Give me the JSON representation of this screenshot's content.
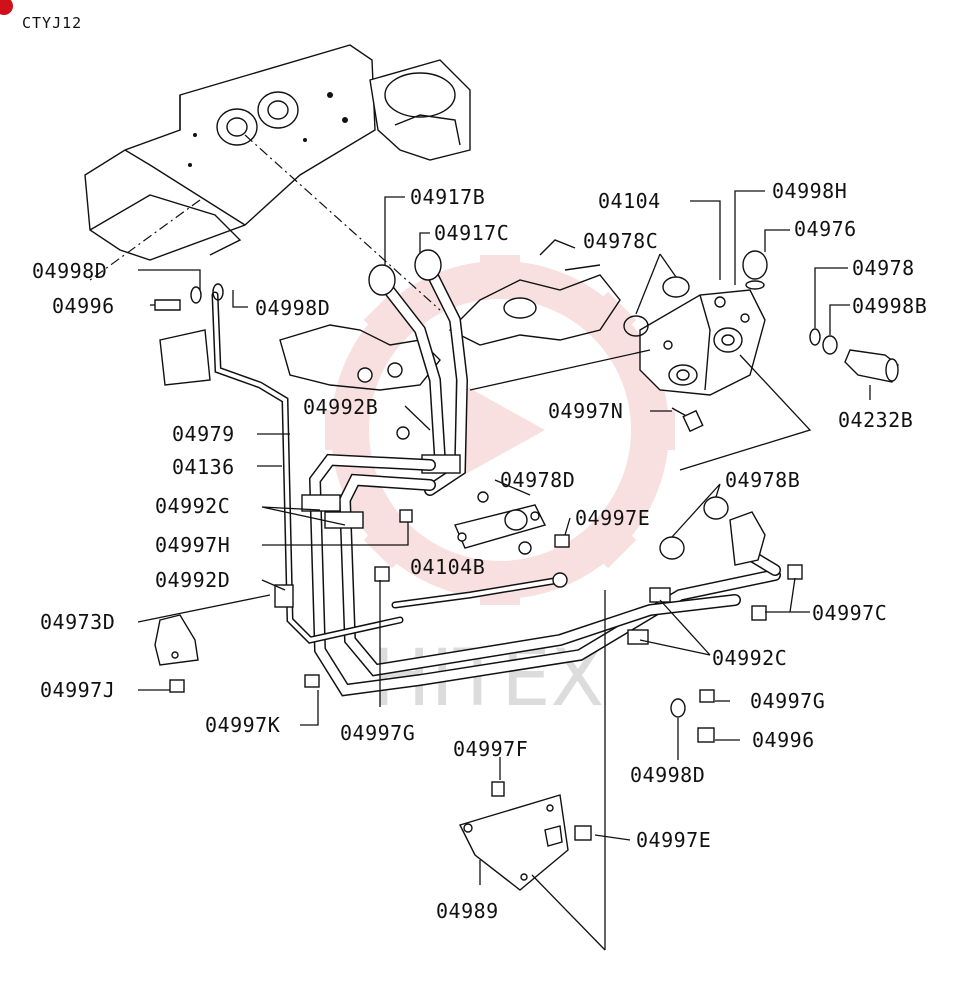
{
  "diagram_code": "CTYJ12",
  "watermark": "HITEX",
  "labels": {
    "l04917B": "04917B",
    "l04917C": "04917C",
    "l04104": "04104",
    "l04998H": "04998H",
    "l04976": "04976",
    "l04978C": "04978C",
    "l04978": "04978",
    "l04998B": "04998B",
    "l04232B": "04232B",
    "l04998D_a": "04998D",
    "l04996_a": "04996",
    "l04998D_b": "04998D",
    "l04992B": "04992B",
    "l04997N": "04997N",
    "l04979": "04979",
    "l04136": "04136",
    "l04978D": "04978D",
    "l04978B": "04978B",
    "l04992C_a": "04992C",
    "l04997E_a": "04997E",
    "l04997H": "04997H",
    "l04104B": "04104B",
    "l04992D": "04992D",
    "l04997C": "04997C",
    "l04973D": "04973D",
    "l04992C_b": "04992C",
    "l04997J": "04997J",
    "l04997G_a": "04997G",
    "l04997K": "04997K",
    "l04997G_b": "04997G",
    "l04996_b": "04996",
    "l04997F": "04997F",
    "l04998D_c": "04998D",
    "l04997E_b": "04997E",
    "l04989": "04989"
  },
  "colors": {
    "line": "#111111",
    "watermark_gear": "#f3c7c7",
    "watermark_text": "#dcdcdc",
    "badge": "#d0101a"
  }
}
